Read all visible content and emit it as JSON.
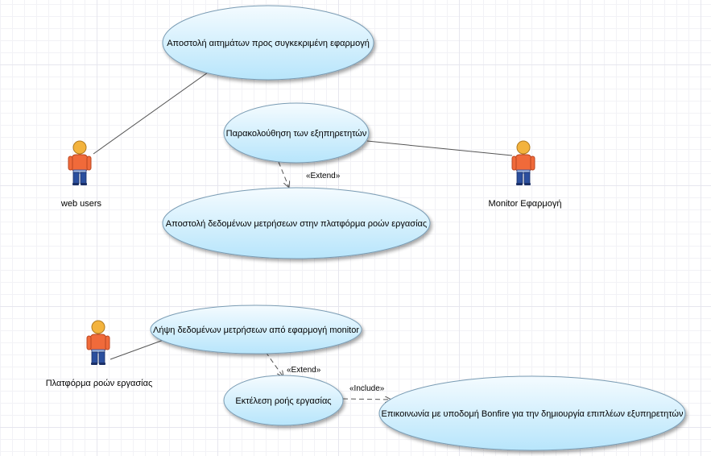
{
  "use_cases": {
    "uc1": "Αποστολή αιτημάτων προς συγκεκριμένη εφαρμογή",
    "uc2": "Παρακολούθηση των εξηπηρετητών",
    "uc3": "Αποστολή δεδομένων μετρήσεων στην πλατφόρμα ροών εργασίας",
    "uc4": "Λήψη δεδομένων μετρήσεων από εφαρμογή monitor",
    "uc5": "Εκτέλεση ροής εργασίας",
    "uc6": "Επικοινωνία με υποδομή Bonfire για την δημιουργία επιπλέων εξυπηρετητών"
  },
  "actors": {
    "web_users": "web users",
    "monitor_app": "Monitor Εφαρμογή",
    "workflow_platform": "Πλατφόρμα ροών εργασίας"
  },
  "relations": {
    "extend1": "«Extend»",
    "extend2": "«Extend»",
    "include1": "«Include»"
  },
  "colors": {
    "ellipse_fill_top": "#f4fbff",
    "ellipse_fill_bottom": "#b9e6fb",
    "ellipse_stroke": "#7a9cb4",
    "actor_body": "#f06a3a",
    "actor_head": "#f3b33d",
    "actor_legs": "#2b4f9e",
    "line": "#555555"
  }
}
